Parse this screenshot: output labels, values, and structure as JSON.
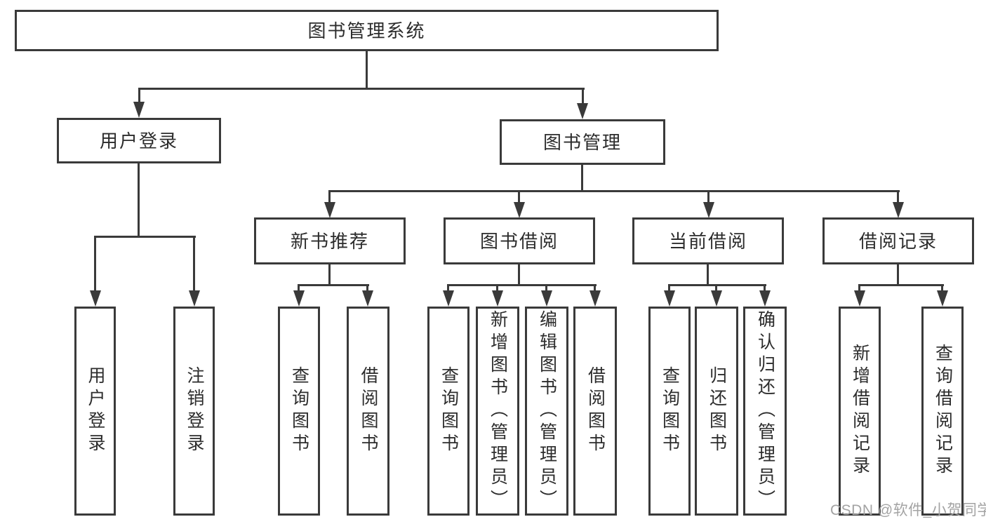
{
  "colors": {
    "line": "#3a3a3a",
    "text": "#2c2c2c",
    "watermark": "#a3a3a3"
  },
  "watermark": "CSDN @软件_小贺同学",
  "tree": {
    "label": "图书管理系统",
    "children": [
      {
        "label": "用户登录",
        "children": [
          {
            "label": "用户登录"
          },
          {
            "label": "注销登录"
          }
        ]
      },
      {
        "label": "图书管理",
        "children": [
          {
            "label": "新书推荐",
            "children": [
              {
                "label": "查询图书"
              },
              {
                "label": "借阅图书"
              }
            ]
          },
          {
            "label": "图书借阅",
            "children": [
              {
                "label": "查询图书"
              },
              {
                "label": "新增图书（管理员）"
              },
              {
                "label": "编辑图书（管理员）"
              },
              {
                "label": "借阅图书"
              }
            ]
          },
          {
            "label": "当前借阅",
            "children": [
              {
                "label": "查询图书"
              },
              {
                "label": "归还图书"
              },
              {
                "label": "确认归还（管理员）"
              }
            ]
          },
          {
            "label": "借阅记录",
            "children": [
              {
                "label": "新增借阅记录"
              },
              {
                "label": "查询借阅记录"
              }
            ]
          }
        ]
      }
    ]
  }
}
